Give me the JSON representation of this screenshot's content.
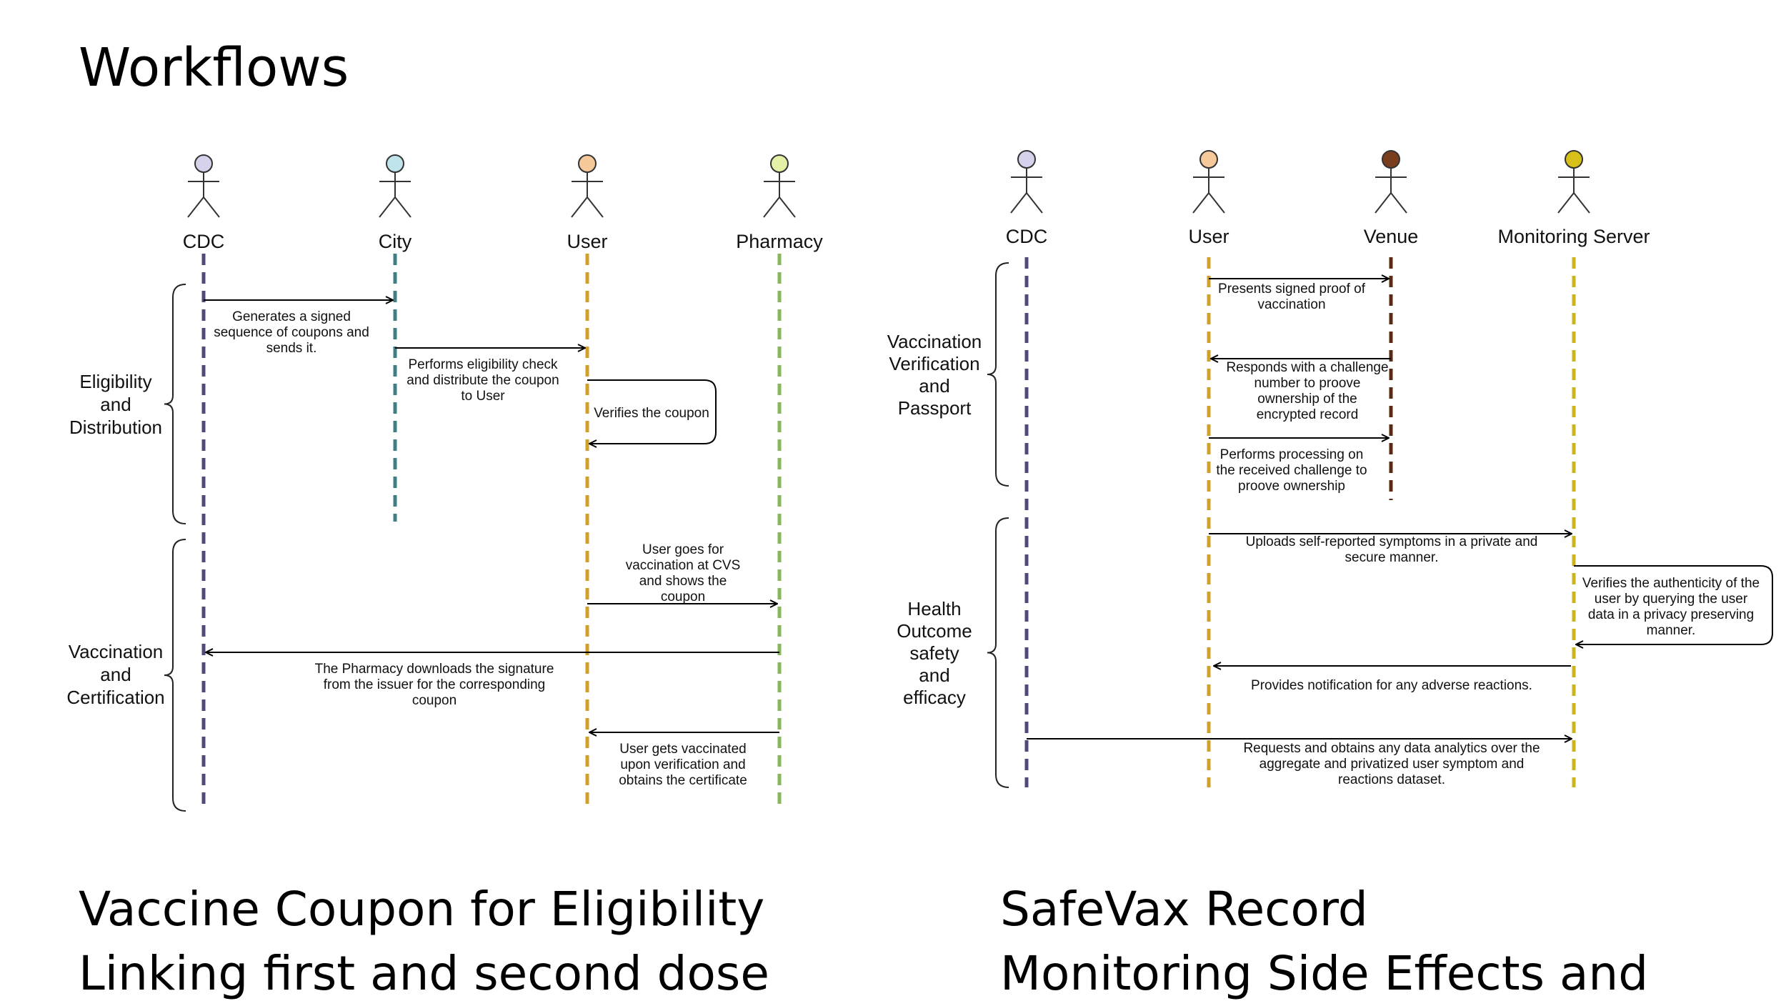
{
  "title": "Workflows",
  "colors": {
    "cdc": "#4f4a78",
    "city": "#3f7f83",
    "user": "#d0a12a",
    "pharmacy": "#86b75a",
    "venue": "#5a2a12",
    "monitoring": "#cbb41c"
  },
  "left_diagram": {
    "actors": [
      {
        "name": "CDC",
        "head_color": "#d6d2ec",
        "line_color": "#4f4a78"
      },
      {
        "name": "City",
        "head_color": "#bfe5ea",
        "line_color": "#3f7f83"
      },
      {
        "name": "User",
        "head_color": "#f6c99a",
        "line_color": "#d0a12a"
      },
      {
        "name": "Pharmacy",
        "head_color": "#e4f0a6",
        "line_color": "#86b75a"
      }
    ],
    "phases": [
      {
        "lines": [
          "Eligibility",
          "and",
          "Distribution"
        ]
      },
      {
        "lines": [
          "Vaccination",
          "and",
          "Certification"
        ]
      }
    ],
    "messages": [
      {
        "from": "CDC",
        "to": "City",
        "lines": [
          "Generates a signed",
          "sequence of coupons and",
          "sends it."
        ]
      },
      {
        "from": "City",
        "to": "User",
        "lines": [
          "Performs eligibility check",
          "and distribute the coupon",
          "to User"
        ]
      },
      {
        "from": "User",
        "to": "User",
        "lines": [
          "Verifies the coupon"
        ]
      },
      {
        "from": "User",
        "to": "Pharmacy",
        "lines": [
          "User goes for",
          "vaccination at CVS",
          "and shows the",
          "coupon"
        ]
      },
      {
        "from": "Pharmacy",
        "to": "CDC",
        "lines": [
          "The Pharmacy downloads the signature",
          "from the issuer for the corresponding",
          "coupon"
        ]
      },
      {
        "from": "Pharmacy",
        "to": "User",
        "lines": [
          "User gets vaccinated",
          "upon verification and",
          "obtains the certificate"
        ]
      }
    ]
  },
  "right_diagram": {
    "actors": [
      {
        "name": "CDC",
        "head_color": "#d6d2ec",
        "line_color": "#4f4a78"
      },
      {
        "name": "User",
        "head_color": "#f6c99a",
        "line_color": "#d0a12a"
      },
      {
        "name": "Venue",
        "head_color": "#7a3e1e",
        "line_color": "#5a2a12"
      },
      {
        "name": "Monitoring Server",
        "head_color": "#d8c01a",
        "line_color": "#cbb41c"
      }
    ],
    "phases": [
      {
        "lines": [
          "Vaccination",
          "Verification",
          "and",
          "Passport"
        ]
      },
      {
        "lines": [
          "Health",
          "Outcome",
          "safety",
          "and",
          "efficacy"
        ]
      }
    ],
    "messages": [
      {
        "from": "User",
        "to": "Venue",
        "lines": [
          "Presents signed proof of",
          "vaccination"
        ]
      },
      {
        "from": "Venue",
        "to": "User",
        "lines": [
          "Responds with a challenge",
          "number to proove",
          "ownership of the",
          "encrypted record"
        ]
      },
      {
        "from": "User",
        "to": "Venue",
        "lines": [
          "Performs processing on",
          "the received challenge to",
          "proove ownership"
        ]
      },
      {
        "from": "User",
        "to": "Monitoring Server",
        "lines": [
          "Uploads self-reported symptoms in a private and",
          "secure manner."
        ]
      },
      {
        "from": "Monitoring Server",
        "to": "Monitoring Server",
        "lines": [
          "Verifies the authenticity of the",
          "user by querying the user",
          "data in a privacy preserving",
          "manner."
        ]
      },
      {
        "from": "Monitoring Server",
        "to": "User",
        "lines": [
          "Provides notification for any adverse reactions."
        ]
      },
      {
        "from": "CDC",
        "to": "Monitoring Server",
        "lines": [
          "Requests and obtains any data analytics over the",
          "aggregate and privatized user symptom and",
          "reactions dataset."
        ]
      }
    ]
  },
  "captions": {
    "left": [
      "Vaccine Coupon for Eligibility",
      "Linking first and second dose"
    ],
    "right": [
      "SafeVax Record",
      "Monitoring Side Effects and"
    ]
  }
}
